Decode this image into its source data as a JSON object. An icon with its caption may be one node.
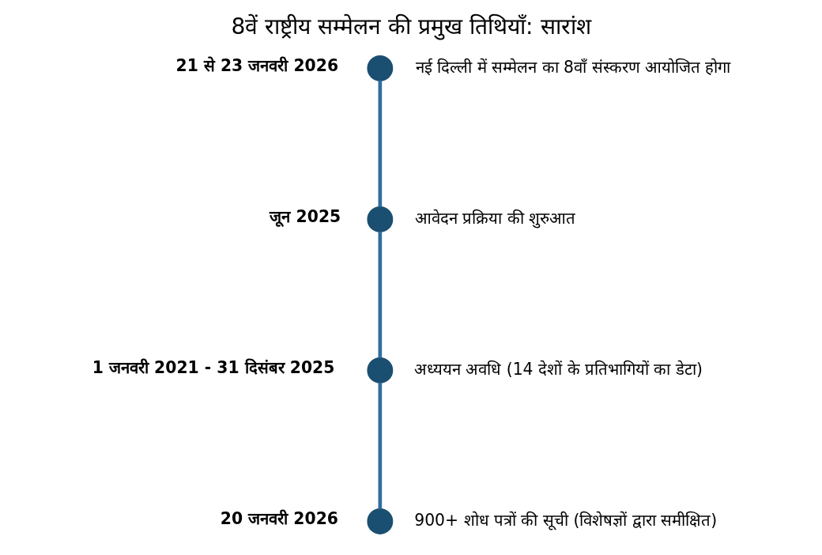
{
  "diagram": {
    "title": "8वें राष्ट्रीय सम्मेलन की प्रमुख तिथियाँ: सारांश",
    "nodes": [
      {
        "text": [],
        "shape": "circle",
        "beside": [
          "21 से 23 जनवरी 2026",
          "नई दिल्ली में सम्मेलन का 8वाँ संस्करण आयोजित होगा"
        ]
      },
      {
        "text": [],
        "shape": "circle",
        "beside": [
          "जून 2025",
          "आवेदन प्रक्रिया की शुरुआत"
        ]
      },
      {
        "text": [],
        "shape": "circle",
        "beside": [
          "1 जनवरी 2021 - 31 दिसंबर 2025",
          "अध्ययन अवधि (14 देशों के प्रतिभागियों का डेटा)"
        ]
      },
      {
        "text": [],
        "shape": "circle",
        "beside": [
          "20 जनवरी 2026",
          "900+ शोध पत्रों की सूची (विशेषज्ञों द्वारा समीक्षित)"
        ]
      }
    ],
    "edges": [
      {
        "from": 0,
        "to": 1,
        "arrow": "none"
      },
      {
        "from": 1,
        "to": 2,
        "arrow": "none"
      },
      {
        "from": 2,
        "to": 3,
        "arrow": "none"
      }
    ]
  }
}
